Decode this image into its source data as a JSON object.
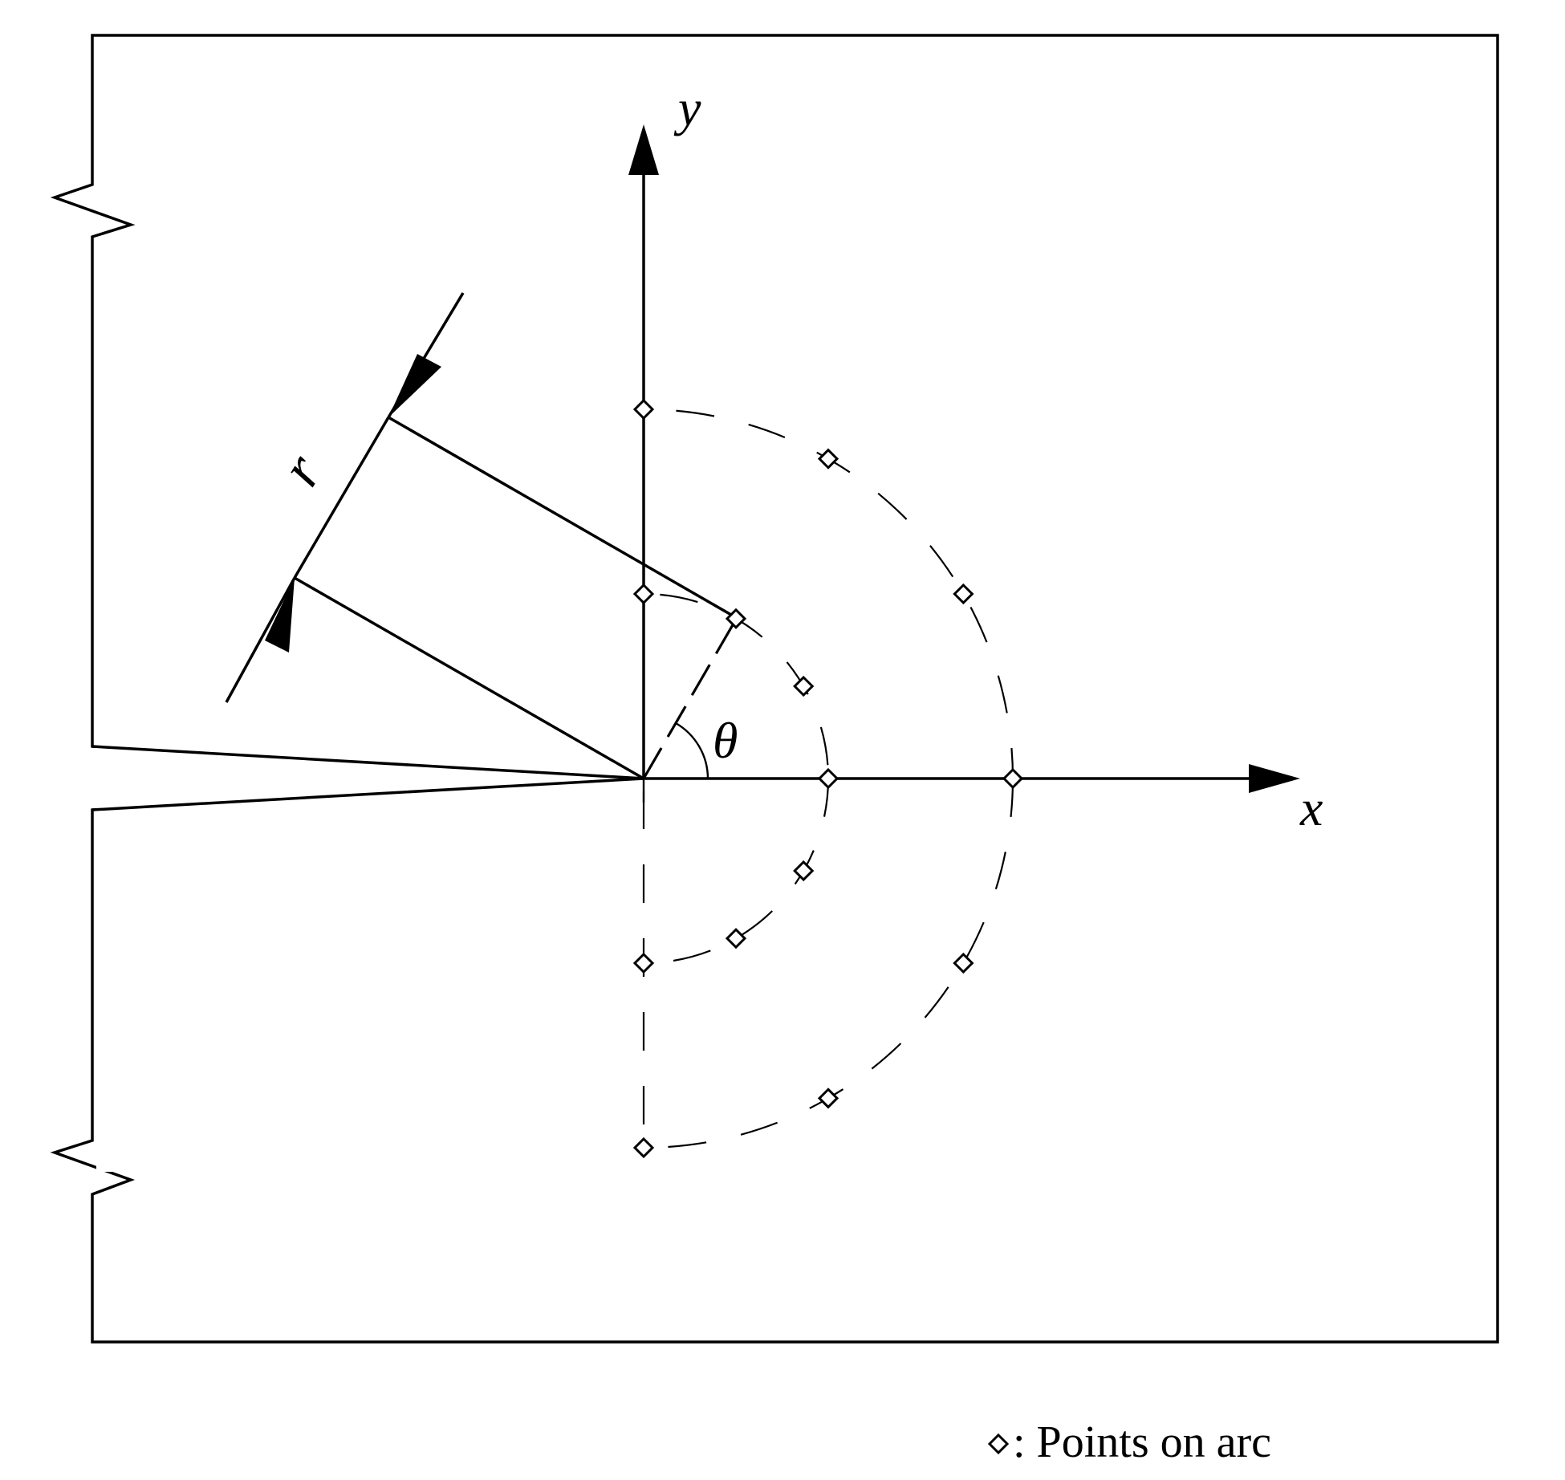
{
  "labels": {
    "x_axis": "x",
    "y_axis": "y",
    "angle": "θ",
    "radius": "r"
  },
  "legend": {
    "text": ": Points on arc",
    "marker_icon": "diamond-marker-icon"
  },
  "colors": {
    "ink": "#000000",
    "background": "#ffffff"
  }
}
